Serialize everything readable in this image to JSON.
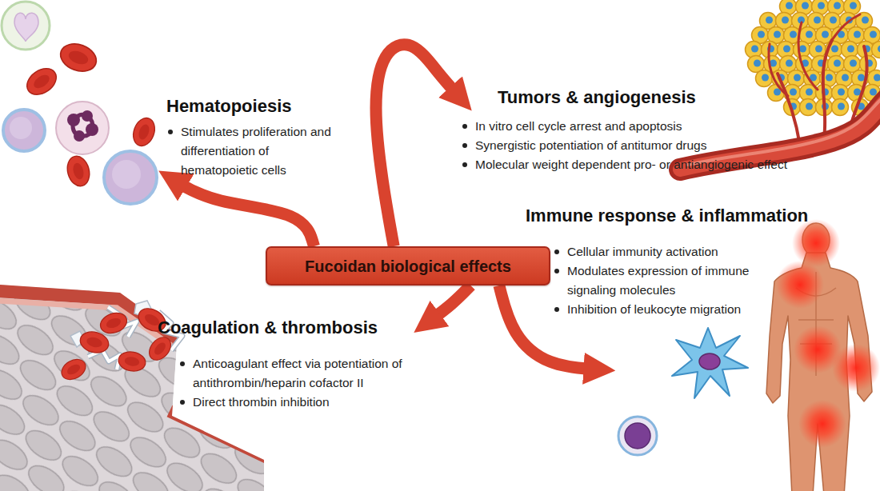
{
  "diagram": {
    "nodes": [
      {
        "text": [
          "Tumors & angiogenesis",
          "In vitro cell cycle arrest and apoptosis",
          "Synergistic potentiation of antitumor drugs",
          "Molecular weight dependent pro- or antiangiogenic effect"
        ]
      },
      {
        "text": [
          "Hematopoiesis",
          "Stimulates proliferation and differentiation of hematopoietic cells"
        ]
      },
      {
        "text": [
          "Immune response & inflammation",
          "Cellular immunity activation",
          "Modulates expression of immune signaling molecules",
          "Inhibition of leukocyte migration"
        ]
      },
      {
        "text": [
          "Fucoidan biological effects"
        ]
      },
      {
        "text": [
          "Coagulation & thrombosis",
          "Anticoagulant effect via potentiation of antithrombin/heparin cofactor II",
          "Direct thrombin inhibition"
        ]
      }
    ],
    "edges": [
      {
        "from": 3,
        "to": 1,
        "arrow": "to"
      },
      {
        "from": 3,
        "to": 0,
        "arrow": "to"
      },
      {
        "from": 3,
        "to": 2,
        "arrow": "to"
      },
      {
        "from": 3,
        "to": 4,
        "arrow": "to"
      }
    ]
  }
}
